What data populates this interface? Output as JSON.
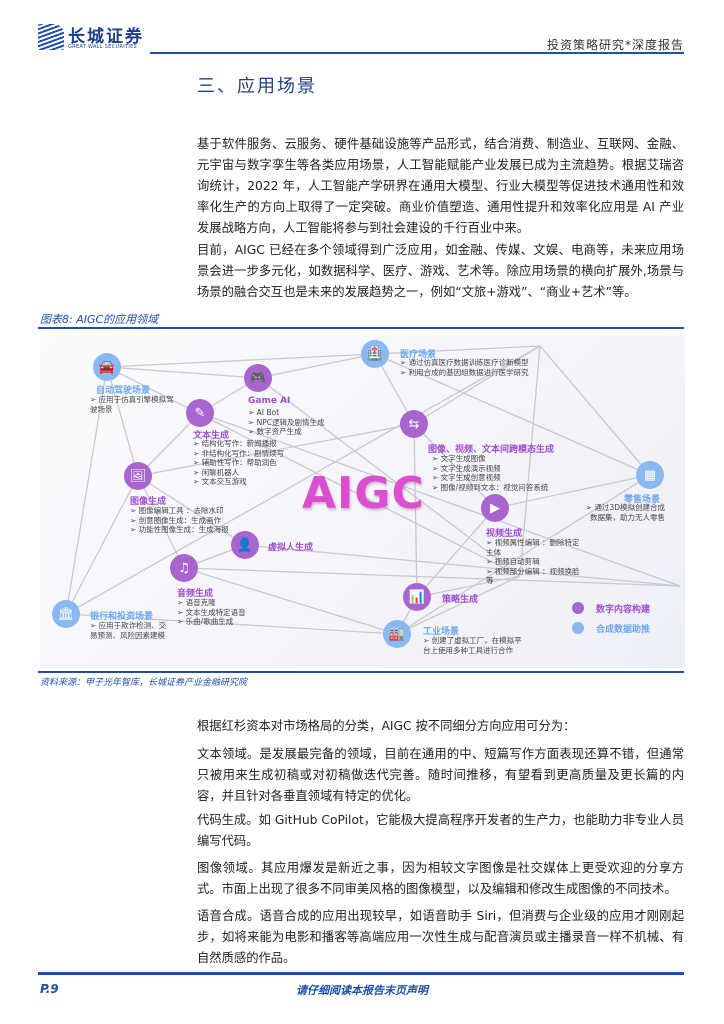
{
  "header": {
    "logo_cn": "长城证券",
    "logo_en": "GREAT WALL SECURITIES",
    "report_type": "投资策略研究*深度报告"
  },
  "section_title": "三、应用场景",
  "paragraphs_top": [
    "基于软件服务、云服务、硬件基础设施等产品形式，结合消费、制造业、互联网、金融、元宇宙与数字孪生等各类应用场景，人工智能赋能产业发展已成为主流趋势。根据艾瑞咨询统计，2022 年，人工智能产学研界在通用大模型、行业大模型等促进技术通用性和效率化生产的方向上取得了一定突破。商业价值塑造、通用性提升和效率化应用是 AI 产业发展战略方向，人工智能将参与到社会建设的千行百业中来。",
    "目前，AIGC 已经在多个领域得到广泛应用，如金融、传媒、文娱、电商等，未来应用场景会进一步多元化，如数据科学、医疗、游戏、艺术等。除应用场景的横向扩展外,场景与场景的融合交互也是未来的发展趋势之一，例如“文旅+游戏”、“商业+艺术”等。"
  ],
  "figure": {
    "caption": "图表8: AIGC的应用领域",
    "source": "资料来源：甲子光年智库，长城证券产业金融研究院",
    "center_label": "AIGC",
    "colors": {
      "digital_content": "#a865d0",
      "synthetic_data": "#8ab8f0",
      "center": "#d94fd0"
    },
    "nodes": {
      "autodrive": {
        "icon": "car-icon",
        "title": "自动驾驶场景",
        "items": [
          "应用于仿真引擎模拟驾驶场景"
        ]
      },
      "gameai": {
        "icon": "gamepad-icon",
        "title": "Game AI",
        "items": [
          "AI Bot",
          "NPC逻辑及剧情生成",
          "数字资产生成"
        ]
      },
      "text": {
        "icon": "edit-icon",
        "title": "文本生成",
        "items": [
          "结构化写作：新闻播报",
          "非结构化写作：剧情续写",
          "辅助性写作：帮助润色",
          "闲聊机器人",
          "文本交互游戏"
        ]
      },
      "medical": {
        "icon": "hospital-icon",
        "title": "医疗场景",
        "items": [
          "通过仿真医疗数据训练医疗诊断模型",
          "利用合成的基因组数据进行医学研究"
        ]
      },
      "crossmodal": {
        "icon": "swap-icon",
        "title": "图像、视频、文本间跨模态生成",
        "items": [
          "文字生成图像",
          "文字生成演示视频",
          "文字生成创意视频",
          "图像/视频到文本：视觉问答系统"
        ]
      },
      "image": {
        "icon": "image-icon",
        "title": "图像生成",
        "items": [
          "图像编辑工具 ：去除水印",
          "创意图像生成：生成画作",
          "功能性图像生成：生成海报"
        ]
      },
      "retail": {
        "icon": "store-icon",
        "title": "零售场景",
        "items": [
          "通过3D模拟创建合成数据集，助力无人零售"
        ]
      },
      "virtual": {
        "icon": "avatar-icon",
        "title": "虚拟人生成",
        "items": []
      },
      "video": {
        "icon": "video-icon",
        "title": "视频生成",
        "items": [
          "视频属性编辑 ：删除特定主体",
          "视频自动剪辑",
          "视频部分编辑 ：视频换脸等"
        ]
      },
      "audio": {
        "icon": "music-icon",
        "title": "音频生成",
        "items": [
          "语音克隆",
          "文本生成特定语音",
          "乐曲/歌曲生成"
        ]
      },
      "bank": {
        "icon": "bank-icon",
        "title": "银行和投资场景",
        "items": [
          "应用于欺诈检测、交易预测、风险因素建模"
        ]
      },
      "strategy": {
        "icon": "monitor-chart-icon",
        "title": "策略生成",
        "items": []
      },
      "industry": {
        "icon": "factory-icon",
        "title": "工业场景",
        "items": [
          "创建了虚拟工厂，在模拟平台上使用多种工具进行合作"
        ]
      }
    },
    "legend": [
      "数字内容构建",
      "合成数据助推"
    ]
  },
  "paragraphs_bottom": [
    "根据红杉资本对市场格局的分类，AIGC 按不同细分方向应用可分为：",
    "文本领域。是发展最完备的领域，目前在通用的中、短篇写作方面表现还算不错，但通常只被用来生成初稿或对初稿做迭代完善。随时间推移，有望看到更高质量及更长篇的内容，并且针对各垂直领域有特定的优化。",
    "代码生成。如 GitHub CoPilot，它能极大提高程序开发者的生产力，也能助力非专业人员编写代码。",
    "图像领域。其应用爆发是新近之事，因为相较文字图像是社交媒体上更受欢迎的分享方式。市面上出现了很多不同审美风格的图像模型，以及编辑和修改生成图像的不同技术。",
    "语音合成。语音合成的应用出现较早，如语音助手 Siri，但消费与企业级的应用才刚刚起步，如将来能为电影和播客等高端应用一次性生成与配音演员或主播录音一样不机械、有自然质感的作品。"
  ],
  "footer": {
    "page": "P.9",
    "note": "请仔细阅读本报告末页声明"
  }
}
